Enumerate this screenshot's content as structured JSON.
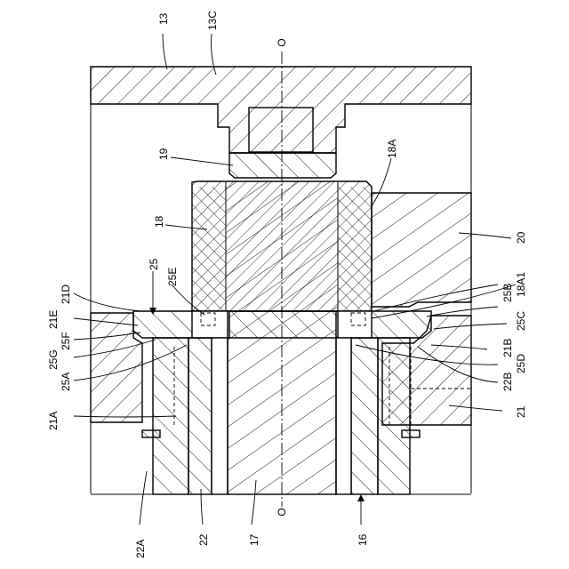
{
  "drawing": {
    "axis_label_top": "O",
    "axis_label_bottom": "O",
    "labels": {
      "l13": "13",
      "l13C": "13C",
      "l19": "19",
      "l18": "18",
      "l18A": "18A",
      "l20": "20",
      "l25": "25",
      "l25E": "25E",
      "l21D": "21D",
      "l21E": "21E",
      "l25F": "25F",
      "l25G": "25G",
      "l25A": "25A",
      "l21A": "21A",
      "l25B": "25B",
      "l18A1": "18A1",
      "l25C": "25C",
      "l21B": "21B",
      "l22B": "22B",
      "l25D": "25D",
      "l21": "21",
      "l22A": "22A",
      "l22": "22",
      "l17": "17",
      "l16": "16"
    }
  }
}
